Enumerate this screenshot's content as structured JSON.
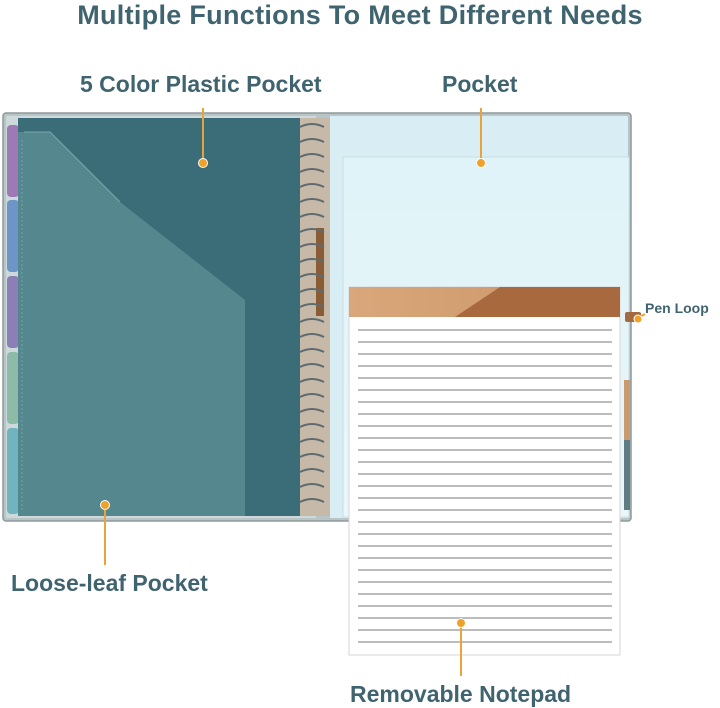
{
  "title": "Multiple Functions To Meet Different Needs",
  "labels": {
    "color_pocket": "5 Color Plastic Pocket",
    "pocket": "Pocket",
    "pen_loop": "Pen Loop",
    "loose_leaf": "Loose-leaf Pocket",
    "notepad": "Removable Notepad"
  },
  "colors": {
    "heading": "#3f6470",
    "callout": "#f0a12c",
    "pocket_teal": "#3a6d78",
    "inner_pocket": "#e3f4f8"
  },
  "tab_colors": [
    "#9d7ab5",
    "#6d95c8",
    "#8c7fb8",
    "#8cbba8",
    "#6fb4be"
  ]
}
